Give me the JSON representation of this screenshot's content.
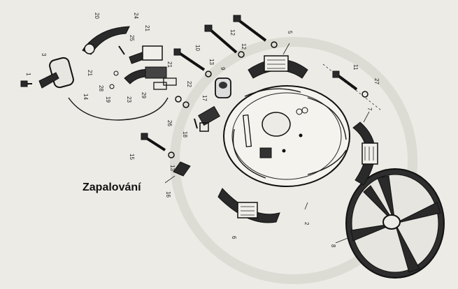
{
  "diagram": {
    "title": "Zapalování",
    "part_labels": [
      "1",
      "3",
      "14",
      "20",
      "24",
      "25",
      "21",
      "21",
      "28",
      "19",
      "23",
      "29",
      "21",
      "10",
      "22",
      "26",
      "18",
      "12",
      "12",
      "13",
      "17",
      "9",
      "5",
      "11",
      "27",
      "7",
      "15",
      "13",
      "16",
      "6",
      "2",
      "8"
    ]
  }
}
